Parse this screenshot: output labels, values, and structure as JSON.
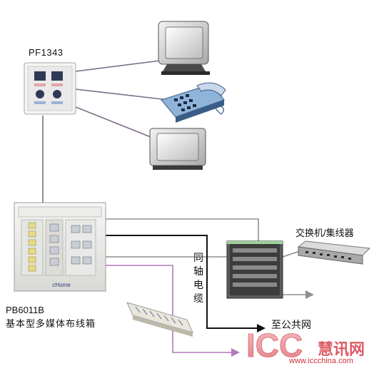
{
  "labels": {
    "faceplate_model": "PF1343",
    "box_model": "PB6011B",
    "box_name": "基本型多媒体布线箱",
    "switch_label": "交换机/集线器",
    "coax_label": "同轴电缆",
    "to_public_network": "至公共网",
    "box_brand": "cHome"
  },
  "watermark": {
    "logo": "ICC慧讯网",
    "url": "www.iccchina.com"
  },
  "colors": {
    "cable": "#7d6c8a",
    "cable_gray": "#8f8f8f",
    "coax": "#111111",
    "arrow_light": "#b07ab8",
    "watermark": "#c8343c"
  }
}
